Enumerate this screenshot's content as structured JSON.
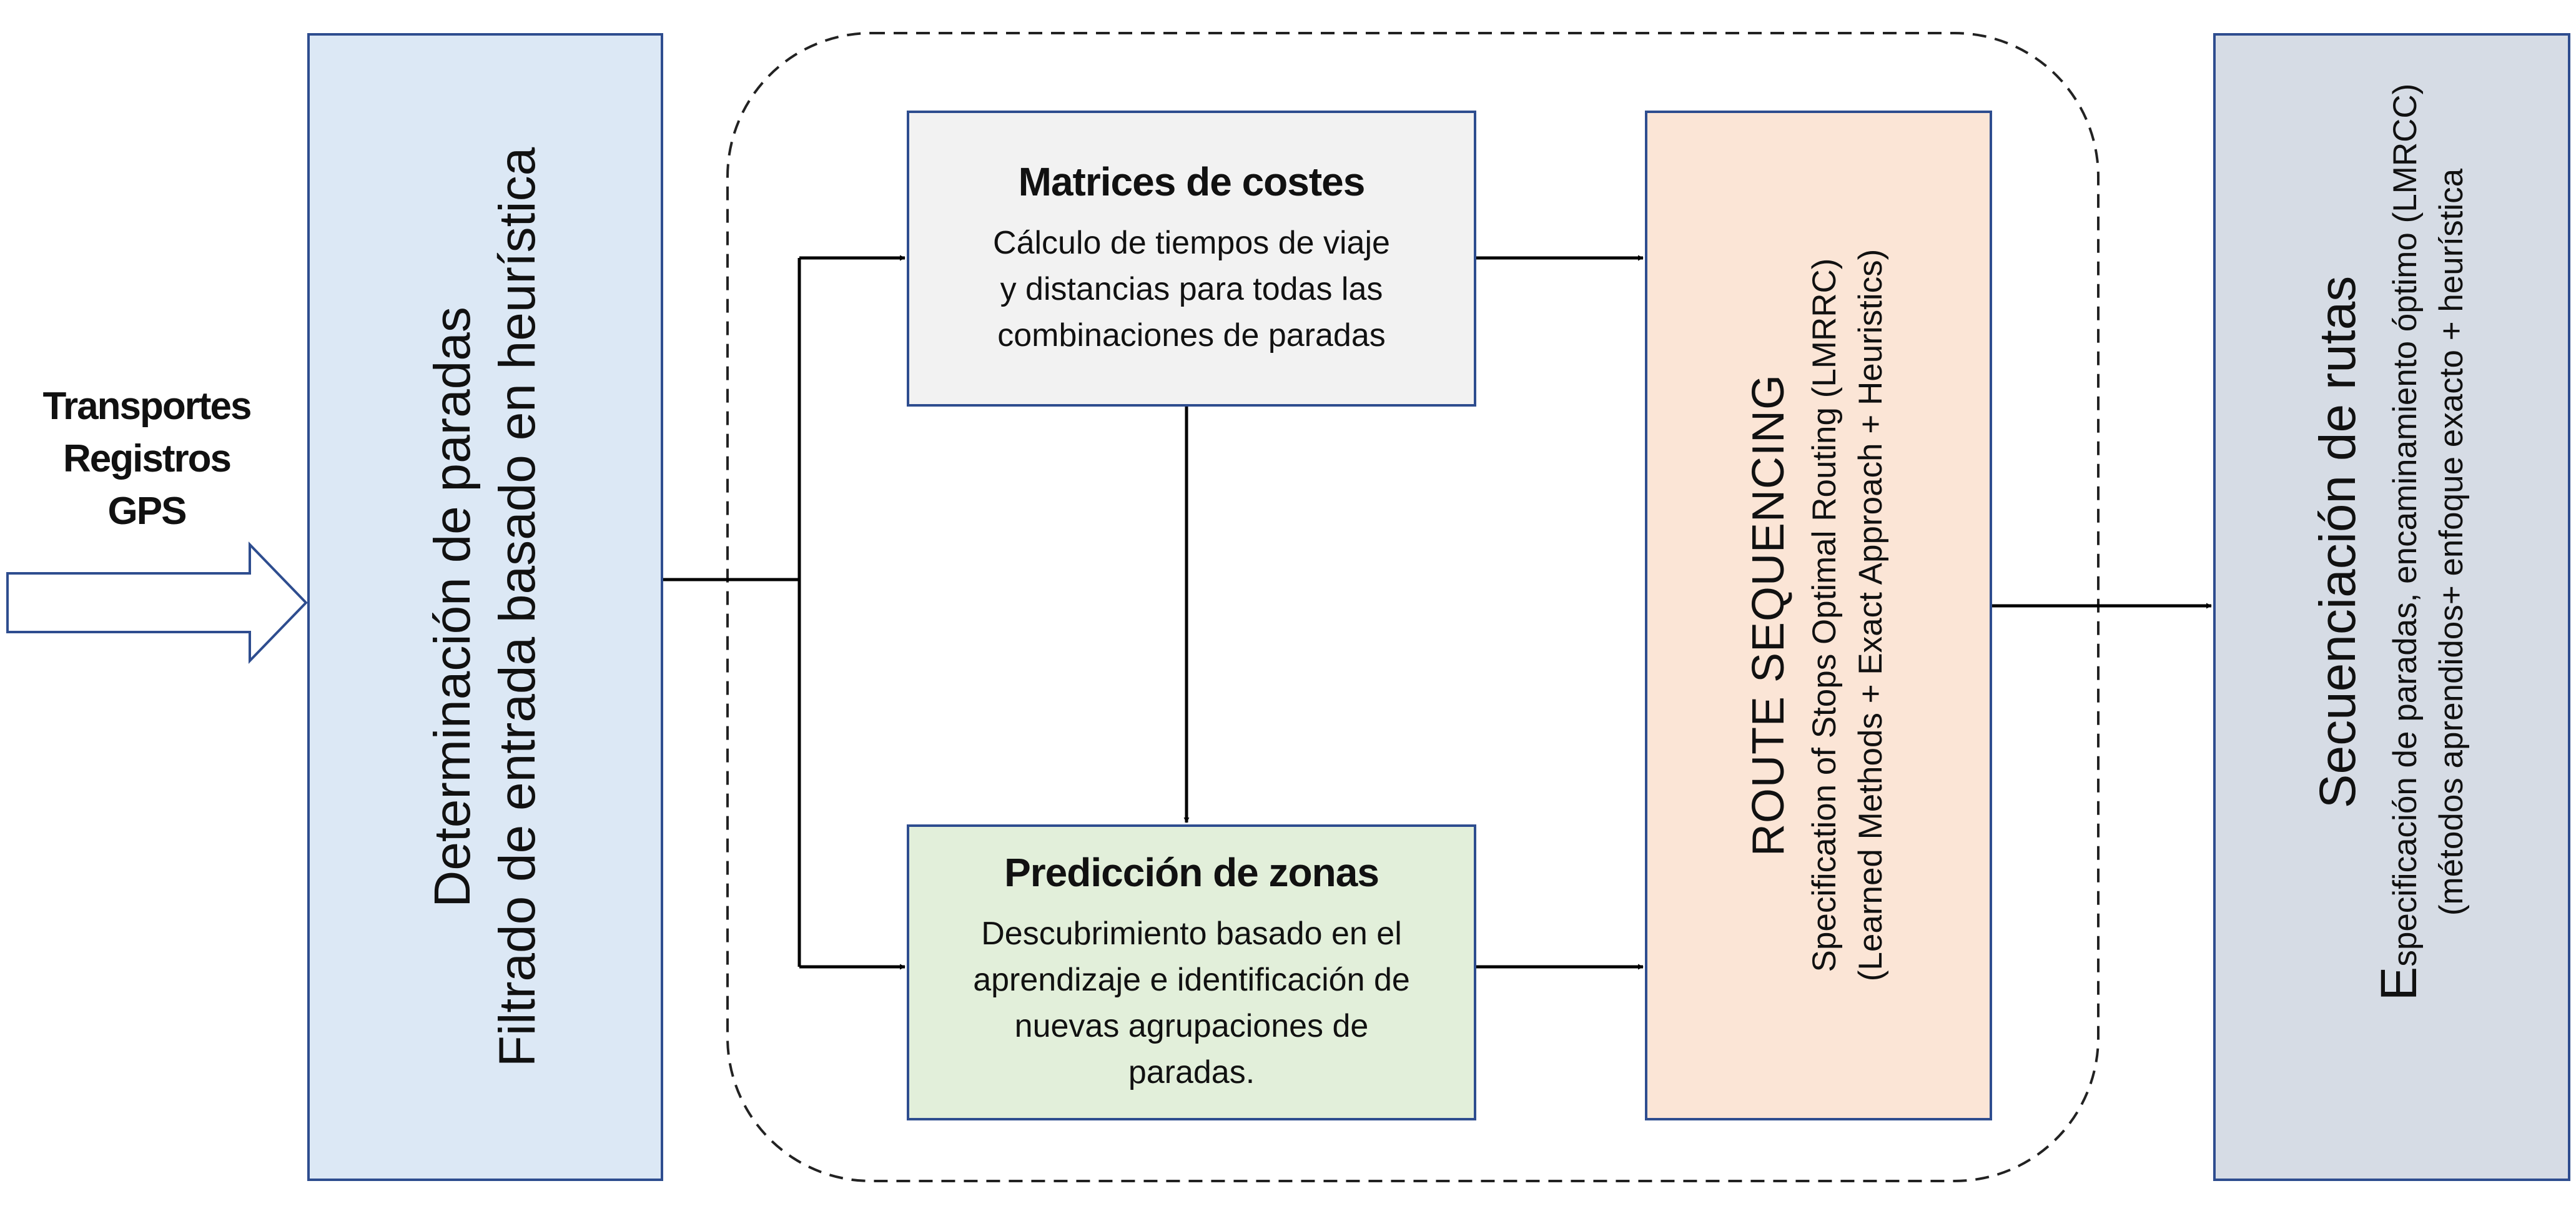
{
  "input": {
    "lines": [
      "Transportes",
      "Registros",
      "GPS"
    ]
  },
  "stop_determination": {
    "line1": "Determinación de paradas",
    "line2": "Filtrado de entrada basado en heurística"
  },
  "cost_matrices": {
    "title": "Matrices de costes",
    "description": "Cálculo de tiempos de viaje y distancias para todas las combinaciones de paradas"
  },
  "zone_prediction": {
    "title": "Predicción de zonas",
    "description": "Descubrimiento basado en el aprendizaje e identificación de nuevas agrupaciones de paradas."
  },
  "route_sequencing": {
    "title": "ROUTE SEQUENCING",
    "line1": "Specification of Stops Optimal Routing (LMRRC)",
    "line2": "(Learned Methods + Exact Approach + Heuristics)"
  },
  "output": {
    "title": "Secuenciación de rutas",
    "line1_initial": "E",
    "line1_rest": "specificación de paradas, encaminamiento óptimo (LMRCC)",
    "line2": "(métodos aprendidos+ enfoque exacto + heurística"
  },
  "colors": {
    "border": "#2e4d8f",
    "stop_fill": "#dce8f5",
    "cost_fill": "#f2f2f2",
    "zone_fill": "#e2efda",
    "route_fill": "#fbe5d6",
    "output_fill": "#d6dce5",
    "connector": "#000000"
  }
}
